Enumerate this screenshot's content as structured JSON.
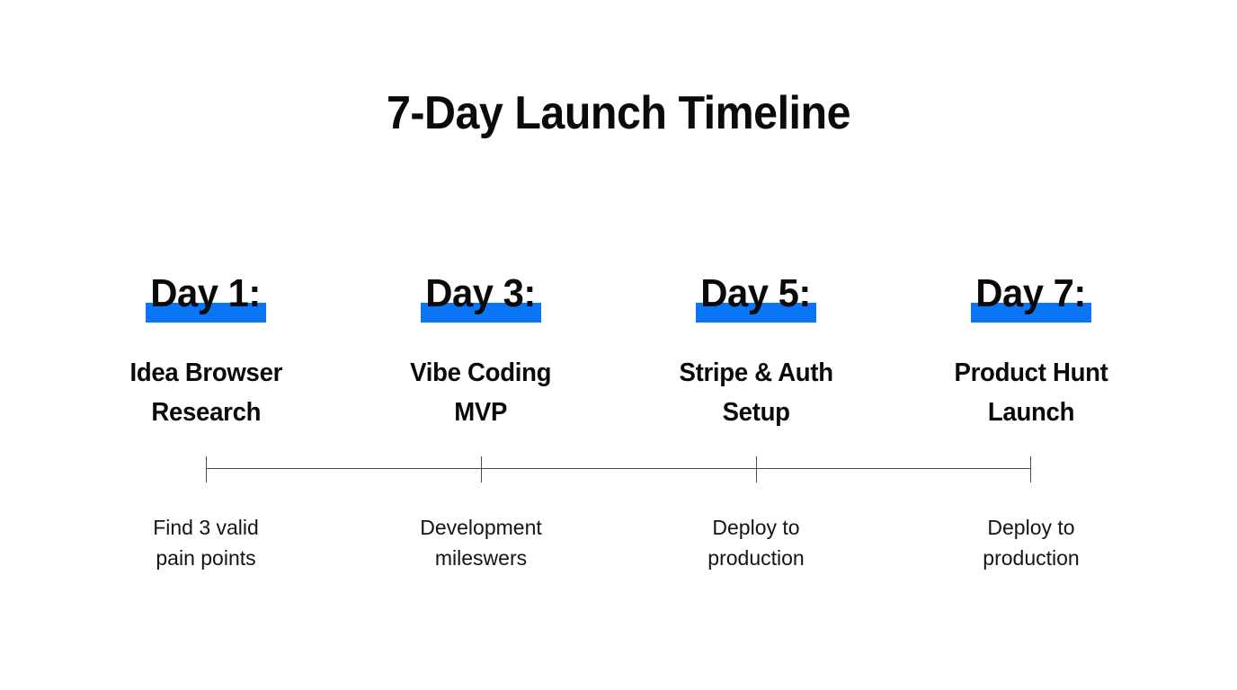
{
  "slide": {
    "title": "7-Day Launch Timeline",
    "background_color": "#ffffff",
    "accent_color": "#0B76F5",
    "text_color": "#0a0a0a",
    "axis_color": "#4a4a4a"
  },
  "milestones": [
    {
      "day_label": "Day 1:",
      "subtitle_line1": "Idea Browser",
      "subtitle_line2": "Research",
      "caption_line1": "Find 3 valid",
      "caption_line2": "pain points"
    },
    {
      "day_label": "Day 3:",
      "subtitle_line1": "Vibe Coding",
      "subtitle_line2": "MVP",
      "caption_line1": "Development",
      "caption_line2": "mileswers"
    },
    {
      "day_label": "Day 5:",
      "subtitle_line1": "Stripe & Auth",
      "subtitle_line2": "Setup",
      "caption_line1": "Deploy to",
      "caption_line2": "production"
    },
    {
      "day_label": "Day 7:",
      "subtitle_line1": "Product Hunt",
      "subtitle_line2": "Launch",
      "caption_line1": "Deploy to",
      "caption_line2": "production"
    }
  ]
}
